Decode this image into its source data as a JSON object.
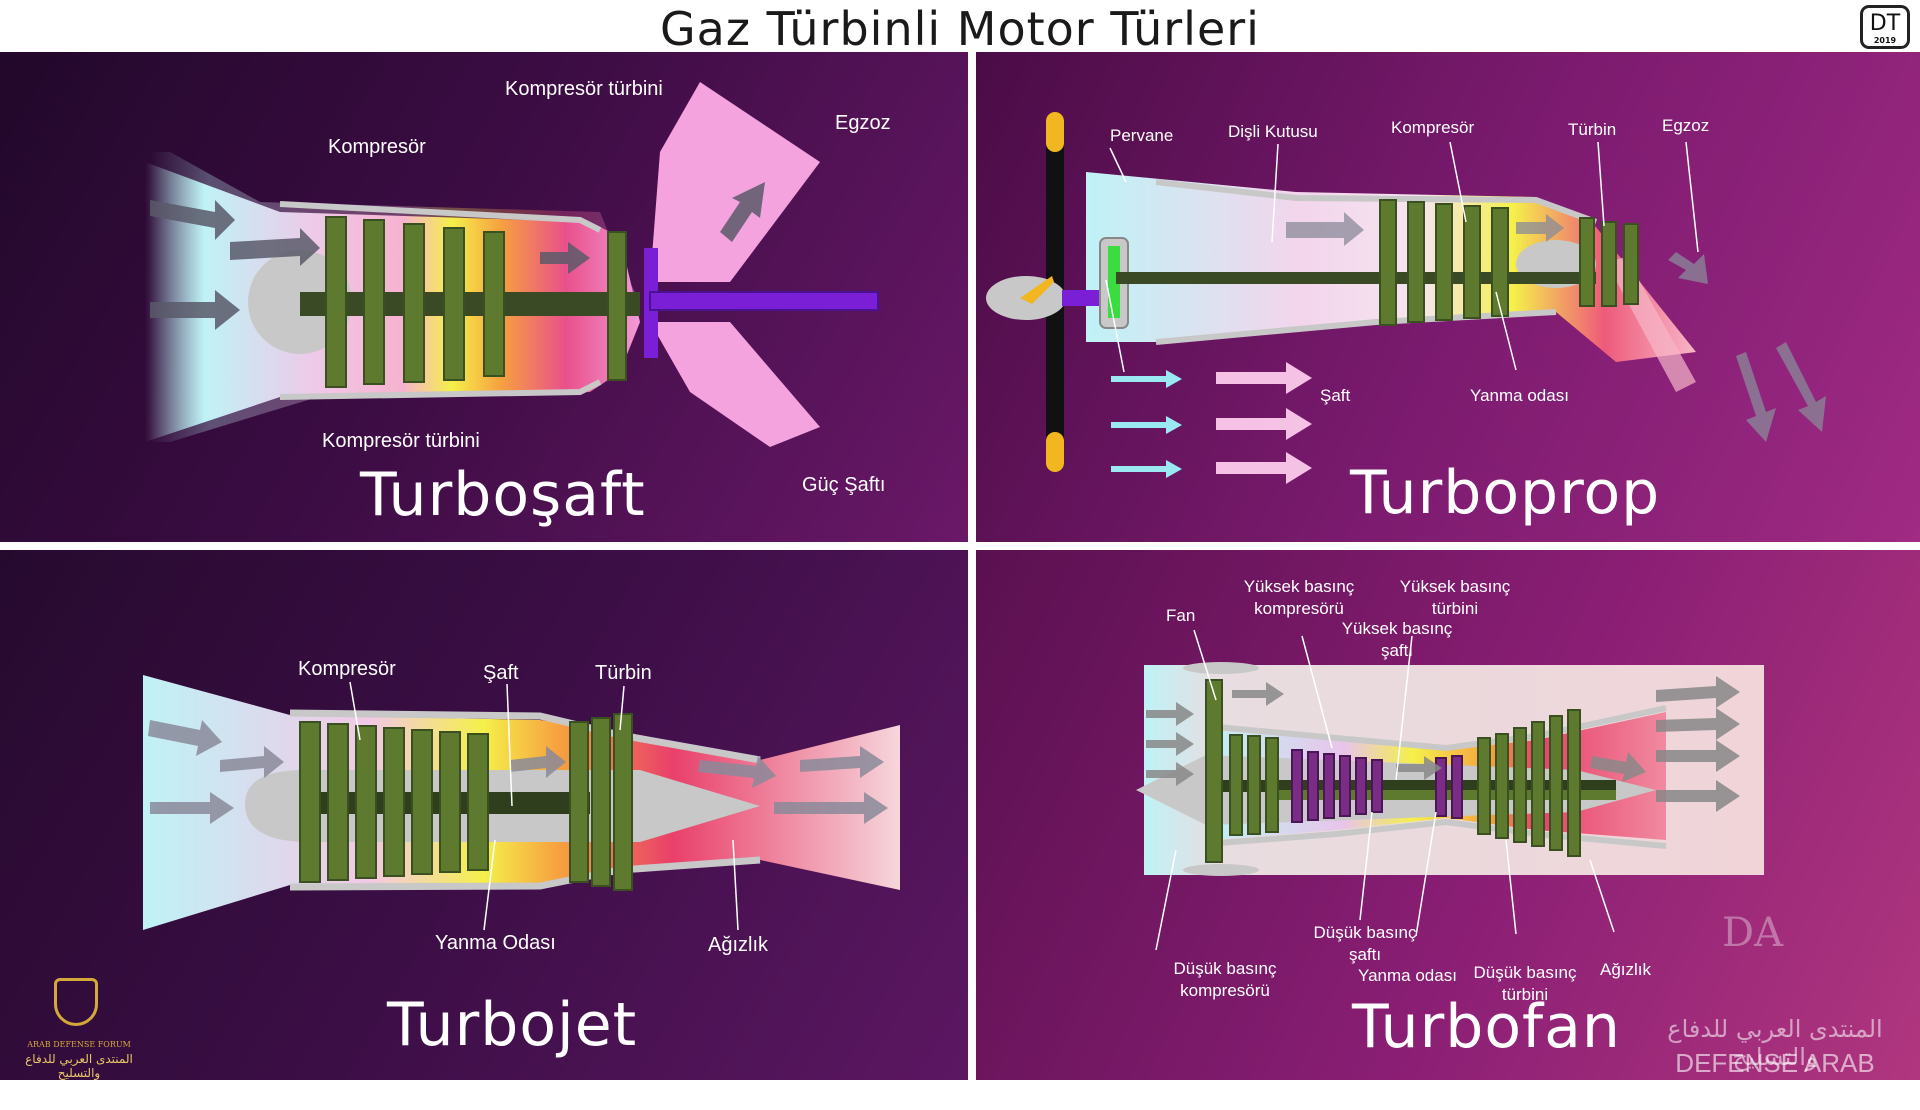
{
  "title": "Gaz Türbinli Motor Türleri",
  "logo": {
    "text": "DT",
    "year": "2019"
  },
  "panels": {
    "turboshaft": {
      "name": "Turboşaft",
      "labels": {
        "compressor": "Kompresör",
        "compressor_turbine_top": "Kompresör türbini",
        "exhaust": "Egzoz",
        "compressor_turbine_bottom": "Kompresör türbini",
        "power_shaft": "Güç Şaftı"
      }
    },
    "turboprop": {
      "name": "Turboprop",
      "labels": {
        "propeller": "Pervane",
        "gearbox": "Dişli Kutusu",
        "compressor": "Kompresör",
        "turbine": "Türbin",
        "exhaust": "Egzoz",
        "shaft": "Şaft",
        "combustion": "Yanma odası"
      }
    },
    "turbojet": {
      "name": "Turbojet",
      "labels": {
        "compressor": "Kompresör",
        "shaft": "Şaft",
        "turbine": "Türbin",
        "combustion": "Yanma Odası",
        "nozzle": "Ağızlık"
      }
    },
    "turbofan": {
      "name": "Turbofan",
      "labels": {
        "fan": "Fan",
        "hp_compressor_1": "Yüksek basınç",
        "hp_compressor_2": "kompresörü",
        "hp_turbine_1": "Yüksek basınç",
        "hp_turbine_2": "türbini",
        "hp_shaft_1": "Yüksek basınç",
        "hp_shaft_2": "şaftı",
        "lp_shaft_1": "Düşük basınç",
        "lp_shaft_2": "şaftı",
        "lp_compressor_1": "Düşük basınç",
        "lp_compressor_2": "kompresörü",
        "combustion": "Yanma odası",
        "lp_turbine_1": "Düşük basınç",
        "lp_turbine_2": "türbini",
        "nozzle": "Ağızlık"
      }
    }
  },
  "footer_logo": {
    "line1": "ARAB DEFENSE FORUM",
    "line2": "المنتدى العربي للدفاع والتسليح"
  },
  "watermark": {
    "mark": "DA",
    "arabic": "المنتدى العربي للدفاع والتسليح",
    "english": "DEFENSE ARAB FORUM"
  },
  "colors": {
    "stage_green": "#5d7a2e",
    "shaft_dark": "#2f3e1c",
    "power_purple": "#7b1fd6",
    "combustion_yellow": "#f4f03a",
    "nozzle_red": "#e0405a",
    "intake_cyan": "#bff2f6"
  }
}
